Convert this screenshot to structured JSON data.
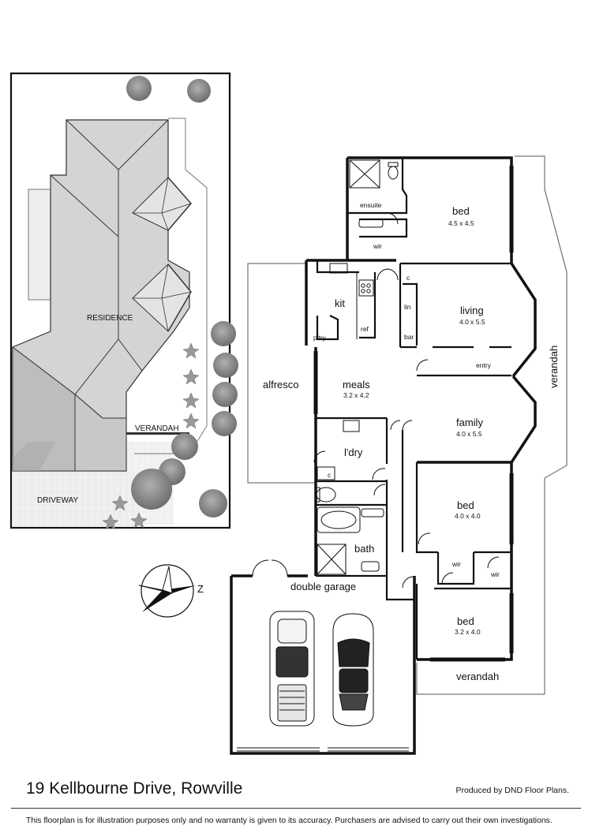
{
  "site_plan": {
    "residence_label": "RESIDENCE",
    "verandah_label": "VERANDAH",
    "driveway_label": "DRIVEWAY"
  },
  "rooms": {
    "bed1": {
      "name": "bed",
      "size": "4.5 x 4.5"
    },
    "ensuite": {
      "name": "ensuite"
    },
    "wir1": {
      "name": "wir"
    },
    "living": {
      "name": "living",
      "size": "4.0 x 5.5"
    },
    "c1": {
      "name": "c"
    },
    "lin": {
      "name": "lin"
    },
    "bar": {
      "name": "bar"
    },
    "entry": {
      "name": "entry"
    },
    "kit": {
      "name": "kit"
    },
    "ref": {
      "name": "ref"
    },
    "pantry": {
      "name": "p'try"
    },
    "alfresco": {
      "name": "alfresco"
    },
    "meals": {
      "name": "meals",
      "size": "3.2 x 4.2"
    },
    "family": {
      "name": "family",
      "size": "4.0 x 5.5"
    },
    "laundry": {
      "name": "l'dry"
    },
    "c2": {
      "name": "c"
    },
    "bed2": {
      "name": "bed",
      "size": "4.0 x 4.0"
    },
    "bath": {
      "name": "bath"
    },
    "wir2": {
      "name": "wir"
    },
    "wir3": {
      "name": "wir"
    },
    "garage": {
      "name": "double garage"
    },
    "bed3": {
      "name": "bed",
      "size": "3.2 x 4.0"
    },
    "verandah_east": {
      "name": "verandah"
    },
    "verandah_south": {
      "name": "verandah"
    }
  },
  "footer": {
    "address": "19 Kellbourne Drive, Rowville",
    "credit": "Produced by DND Floor Plans.",
    "disclaimer": "This floorplan is for illustration purposes only and no warranty is given to its accuracy. Purchasers are advised to carry out their own investigations."
  },
  "colors": {
    "wall": "#111111",
    "roof_light": "#d9d9d9",
    "roof_dark": "#b8b8b8",
    "tree": "#8c8c8c",
    "paving": "#e8e8e8"
  }
}
